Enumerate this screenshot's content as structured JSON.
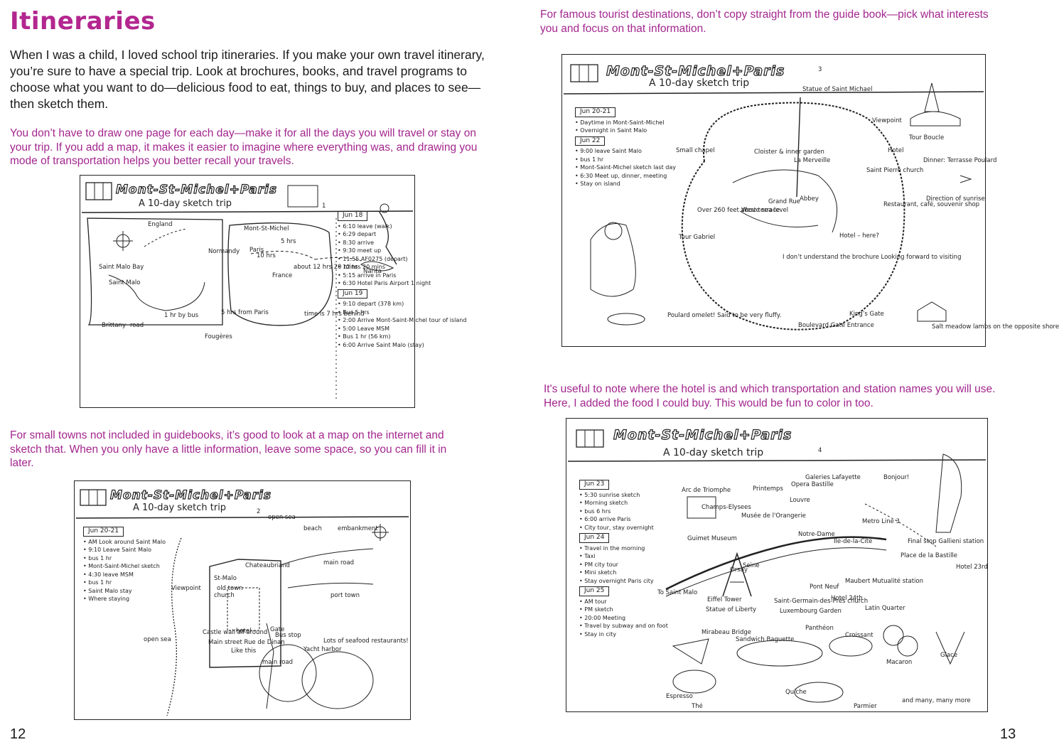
{
  "page": {
    "title": "Itineraries",
    "intro": "When I was a child, I loved school trip itineraries. If you make your own travel itinerary, you’re sure to have a special trip. Look at brochures, books, and travel programs to choose what you want to do—delicious food to eat, things to buy, and places to see—then sketch them.",
    "caption_daily": "You don’t have to draw one page for each day—make it for all the days you will travel or stay on your trip. If you add a map, it makes it easier to imagine where everything was, and drawing you mode of transportation helps you better recall your travels.",
    "caption_small_towns": "For small towns not included in guidebooks, it’s good to look at a map on the internet and sketch that. When you only have a little information, leave some space, so you can fill it in later.",
    "caption_famous": "For famous tourist destinations, don’t copy straight from the guide book—pick what interests you and focus on that information.",
    "caption_hotel": "It's useful to note where the hotel is and which transportation and station names you will use. Here, I added the food I could buy. This would be fun to color in too.",
    "page_left": "12",
    "page_right": "13"
  },
  "sketches": {
    "common": {
      "heading": "Mont-St-Michel+Paris",
      "subtitle": "A 10-day sketch trip"
    },
    "s1": {
      "number": "1",
      "map_labels": [
        "England",
        "Normandy",
        "Saint Malo Bay",
        "Saint Malo",
        "1 hr by bus",
        "Brittany",
        "road",
        "Fougères",
        "5 hrs from Paris",
        "Mont-St-Michel",
        "5 hrs",
        "10 hrs",
        "Paris",
        "France",
        "about 12 hrs 20 mins",
        "time is 7 hrs behind",
        "Narita"
      ],
      "schedule": [
        {
          "type": "date",
          "text": "Jun 18"
        },
        {
          "text": "6:10 leave (walk)"
        },
        {
          "text": "6:29 depart"
        },
        {
          "text": "8:30 arrive"
        },
        {
          "text": "9:30 meet up"
        },
        {
          "text": "11:55 AF0275 (depart)"
        },
        {
          "text": "12 hrs 20 mins"
        },
        {
          "text": "5:15 arrive in Paris"
        },
        {
          "text": "6:30 Hotel Paris Airport 1 night"
        },
        {
          "type": "date",
          "text": "Jun 19"
        },
        {
          "text": "9:10 depart (378 km)"
        },
        {
          "text": "Bus 5 hrs"
        },
        {
          "text": "2:00 Arrive Mont-Saint-Michel tour of island"
        },
        {
          "text": "5:00 Leave MSM"
        },
        {
          "text": "Bus 1 hr (56 km)"
        },
        {
          "text": "6:00 Arrive Saint Malo (stay)"
        }
      ]
    },
    "s2": {
      "number": "2",
      "map_labels": [
        "open sea",
        "beach",
        "embankment",
        "Chateaubriand",
        "main road",
        "Viewpoint",
        "St-Malo",
        "old town",
        "church",
        "port town",
        "Castle wall all around",
        "Gate",
        "hotel",
        "Main street Rue de Dinan",
        "Like this",
        "Bus stop",
        "Yacht harbor",
        "Lots of seafood restaurants!",
        "open sea",
        "main road"
      ],
      "schedule": [
        {
          "type": "date",
          "text": "Jun 20-21"
        },
        {
          "text": "AM Look around Saint Malo"
        },
        {
          "text": "9:10 Leave Saint Malo"
        },
        {
          "text": "bus 1 hr"
        },
        {
          "text": "Mont-Saint-Michel sketch"
        },
        {
          "text": "4:30 leave MSM"
        },
        {
          "text": "bus 1 hr"
        },
        {
          "text": "Saint Malo stay"
        },
        {
          "text": "Where staying"
        }
      ]
    },
    "s3": {
      "number": "3",
      "map_labels": [
        "Statue of Saint Michael",
        "Viewpoint",
        "Tour Boucle",
        "Small chapel",
        "Cloister & inner garden",
        "La Merveille",
        "Saint Pierre church",
        "Hotel",
        "Dinner: Terrasse Poulard",
        "Direction of sunrise",
        "Grand Rue",
        "Abbey",
        "Over 260 feet above sea level",
        "West terrace",
        "Restaurant, café, souvenir shop",
        "Tour Gabriel",
        "Hotel – here?",
        "I don’t understand the brochure Looking forward to visiting",
        "Poulard omelet! Said to be very fluffy.",
        "Boulevard Gate Entrance",
        "King’s Gate",
        "Salt meadow lambs on the opposite shore"
      ],
      "schedule": [
        {
          "type": "date",
          "text": "Jun 20-21"
        },
        {
          "text": "Daytime in Mont-Saint-Michel"
        },
        {
          "text": "Overnight in Saint Malo"
        },
        {
          "type": "date",
          "text": "Jun 22"
        },
        {
          "text": "9:00 leave Saint Malo"
        },
        {
          "text": "bus 1 hr"
        },
        {
          "text": "Mont-Saint-Michel sketch last day"
        },
        {
          "text": "6:30 Meet up, dinner, meeting"
        },
        {
          "text": "Stay on island"
        }
      ]
    },
    "s4": {
      "number": "4",
      "map_labels": [
        "Galeries Lafayette",
        "Opera Bastille",
        "Printemps",
        "Bonjour!",
        "Arc de Triomphe",
        "Champs-Elysees",
        "Louvre",
        "Musée de l'Orangerie",
        "Metro Line 3",
        "Notre-Dame",
        "Ile-de-la-Cité",
        "Guimet Museum",
        "Seine",
        "Orsay",
        "Final stop Gallieni station",
        "Pont Neuf",
        "Place de la Bastille",
        "Hotel 23rd",
        "To Saint Malo",
        "Eiffel Tower",
        "Saint-Germain-des-Prés church",
        "Maubert Mutualité station",
        "Hotel 24th",
        "Latin Quarter",
        "Statue of Liberty",
        "Luxembourg Garden",
        "Panthéon",
        "Mirabeau Bridge",
        "Sandwich Baguette",
        "Croissant",
        "Macaron",
        "Glace",
        "Espresso",
        "Quiche",
        "Thé",
        "Parmier",
        "and many, many more"
      ],
      "schedule": [
        {
          "type": "date",
          "text": "Jun 23"
        },
        {
          "text": "5:30 sunrise sketch"
        },
        {
          "text": "Morning sketch"
        },
        {
          "text": "bus 6 hrs"
        },
        {
          "text": "6:00 arrive Paris"
        },
        {
          "text": "City tour, stay overnight"
        },
        {
          "type": "date",
          "text": "Jun 24"
        },
        {
          "text": "Travel in the morning"
        },
        {
          "text": "Taxi"
        },
        {
          "text": "PM city tour"
        },
        {
          "text": "Mini sketch"
        },
        {
          "text": "Stay overnight Paris city"
        },
        {
          "type": "date",
          "text": "Jun 25"
        },
        {
          "text": "AM tour"
        },
        {
          "text": "PM sketch"
        },
        {
          "text": "20:00 Meeting"
        },
        {
          "text": "Travel by subway and on foot"
        },
        {
          "text": "Stay in city"
        }
      ]
    }
  }
}
